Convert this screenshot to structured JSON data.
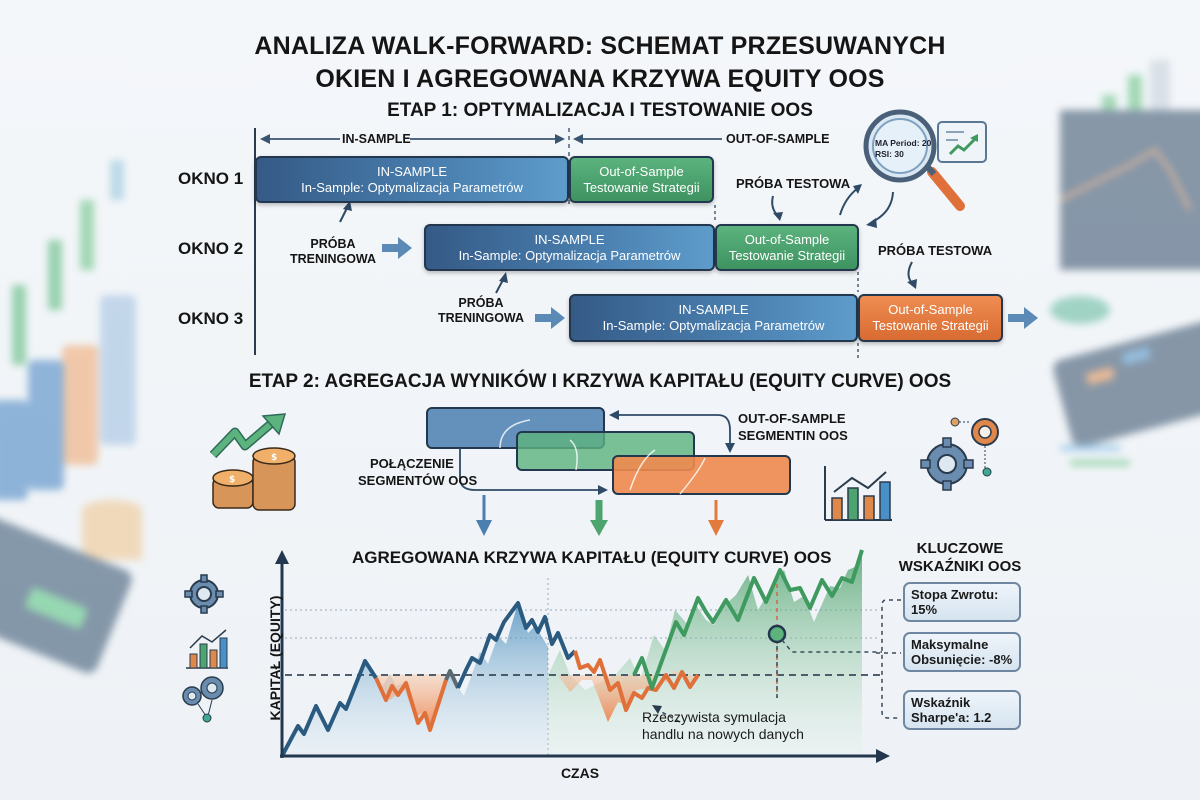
{
  "title": {
    "line1": "ANALIZA WALK-FORWARD: SCHEMAT PRZESUWANYCH",
    "line2": "OKIEN I AGREGOWANA KRZYWA EQUITY OOS"
  },
  "stage1": {
    "title": "ETAP 1: OPTYMALIZACJA I TESTOWANIE OOS",
    "header_in_sample": "IN-SAMPLE",
    "header_out_of_sample": "OUT-OF-SAMPLE",
    "windows": [
      {
        "label": "OKNO 1",
        "in_sample": {
          "title": "IN-SAMPLE",
          "subtitle": "In-Sample: Optymalizacja Parametrów"
        },
        "oos": {
          "title": "Out-of-Sample",
          "subtitle": "Testowanie Strategii",
          "color": "#4ea46f"
        }
      },
      {
        "label": "OKNO 2",
        "in_sample": {
          "title": "IN-SAMPLE",
          "subtitle": "In-Sample: Optymalizacja Parametrów"
        },
        "oos": {
          "title": "Out-of-Sample",
          "subtitle": "Testowanie Strategii",
          "color": "#4ea46f"
        },
        "train_label_1": "PRÓBA",
        "train_label_2": "TRENINGOWA"
      },
      {
        "label": "OKNO 3",
        "in_sample": {
          "title": "IN-SAMPLE",
          "subtitle": "In-Sample: Optymalizacja Parametrów"
        },
        "oos": {
          "title": "Out-of-Sample",
          "subtitle": "Testowanie Strategii",
          "color": "#e27a3d"
        },
        "train_label_1": "PRÓBA",
        "train_label_2": "TRENINGOWA"
      }
    ],
    "test_label_1": "PRÓBA TESTOWA",
    "test_label_2": "PRÓBA TESTOWA",
    "magnifier": {
      "line1": "MA Period: 20",
      "line2": "RSI: 30"
    }
  },
  "stage2": {
    "title": "ETAP 2: AGREGACJA WYNIKÓW I KRZYWA KAPITAŁU (EQUITY CURVE) OOS",
    "merge_label_1": "POŁĄCZENIE",
    "merge_label_2": "SEGMENTÓW OOS",
    "segments_label_1": "OUT-OF-SAMPLE",
    "segments_label_2": "SEGMENTIN OOS"
  },
  "chart": {
    "title": "AGREGOWANA KRZYWA KAPITAŁU (EQUITY CURVE) OOS",
    "ylabel": "KAPITAŁ (EQUITY)",
    "xlabel": "CZAS",
    "annotation_1": "Rzeczywista symulacja",
    "annotation_2": "handlu na nowych danych"
  },
  "metrics": {
    "title_1": "KLUCZOWE",
    "title_2": "WSKAŹNIKI OOS",
    "items": [
      {
        "line1": "Stopa Zwrotu:",
        "line2": "15%"
      },
      {
        "line1": "Maksymalne",
        "line2": "Obsunięcie: -8%"
      },
      {
        "line1": "Wskaźnik",
        "line2": "Sharpe'a: 1.2"
      }
    ]
  },
  "colors": {
    "in_sample_blue": "#3f6f9e",
    "oos_green": "#4ea46f",
    "oos_orange": "#e27a3d",
    "dark_navy": "#23384f"
  },
  "chart_data": {
    "type": "line",
    "title": "AGREGOWANA KRZYWA KAPITAŁU (EQUITY CURVE) OOS",
    "xlabel": "CZAS",
    "ylabel": "KAPITAŁ (EQUITY)",
    "grid": true,
    "baseline_dashed": true,
    "series": [
      {
        "name": "IS / segment 1 (blue)",
        "color": "#2f6a91"
      },
      {
        "name": "drawdown (orange)",
        "color": "#e0703a"
      },
      {
        "name": "OOS (green)",
        "color": "#3e9a5f"
      }
    ],
    "annotations": [
      "Rzeczywista symulacja handlu na nowych danych"
    ]
  }
}
